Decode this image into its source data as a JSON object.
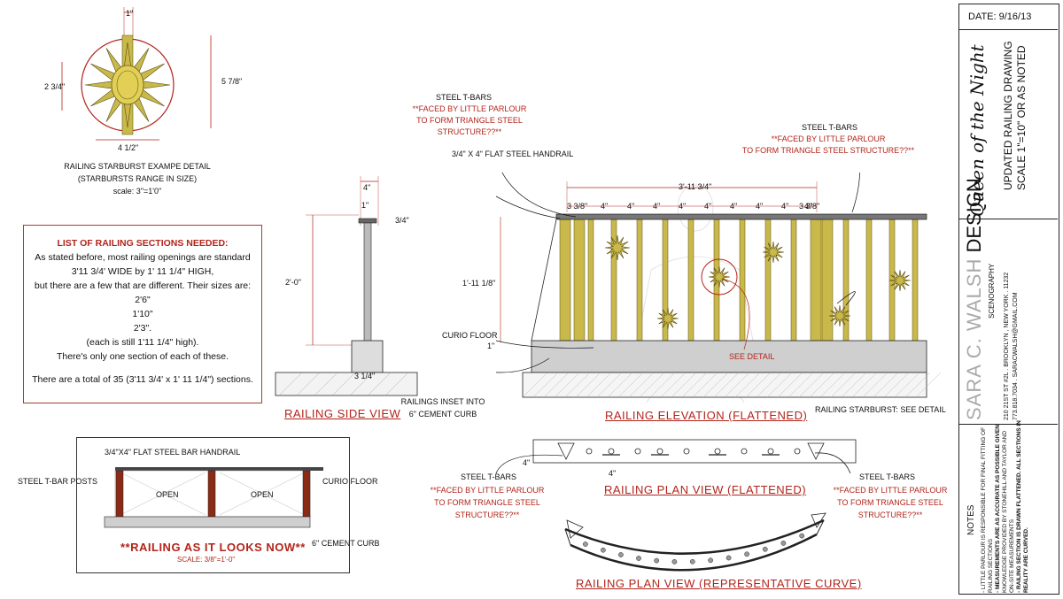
{
  "starburst": {
    "dim_top": "1\"",
    "dim_left": "2 3/4\"",
    "dim_right": "5 7/8\"",
    "dim_bottom": "4 1/2\"",
    "caption1": "RAILING STARBURST EXAMPE DETAIL",
    "caption2": "(STARBURSTS RANGE IN SIZE)",
    "scale": "scale: 3\"=1'0\""
  },
  "sections": {
    "heading": "LIST OF RAILING SECTIONS NEEDED:",
    "line1": "As stated before, most railing openings  are standard",
    "line2": "3'11 3/4' WIDE by  1' 11 1/4\" HIGH,",
    "line3": "but there are a few that are different.  Their sizes are:",
    "size1": "2'6\"",
    "size2": "1'10\"",
    "size3": "2'3\".",
    "line4": "(each is still 1'11 1/4\" high).",
    "line5": "There's only one section of each of these.",
    "line6": "There are a total of 35 (3'11 3/4' x 1' 11 1/4\") sections."
  },
  "side_view": {
    "dim_4": "4\"",
    "dim_1": "1\"",
    "dim_34": "3/4\"",
    "dim_height": "2'-0\"",
    "dim_bottom": "3 1/4\"",
    "title": "RAILING SIDE VIEW"
  },
  "elevation": {
    "label_tbars": "STEEL T-BARS",
    "note_tbars_l1": "**FACED BY LITTLE PARLOUR",
    "note_tbars_l2": "TO FORM TRIANGLE STEEL",
    "note_tbars_l3": "STRUCTURE??**",
    "label_handrail": "3/4\" X 4\" FLAT STEEL HANDRAIL",
    "label_tbars_right": "STEEL T-BARS",
    "note_right_l1": "**FACED BY LITTLE PARLOUR",
    "note_right_l2": "TO FORM TRIANGLE STEEL STRUCTURE??**",
    "dim_width": "3'-11 3/4\"",
    "spacing": [
      "3 3/8\"",
      "4\"",
      "4\"",
      "4\"",
      "4\"",
      "4\"",
      "4\"",
      "4\"",
      "4\"",
      "4\"",
      "3 3/8\""
    ],
    "dim_height": "1'-11 1/8\"",
    "dim_1": "1\"",
    "label_curio": "CURIO FLOOR",
    "see_detail": "SEE DETAIL",
    "label_inset1": "RAILINGS INSET INTO",
    "label_inset2": "6\" CEMENT CURB",
    "label_starburst": "RAILING STARBURST:  SEE DETAIL",
    "title": "RAILING  ELEVATION (FLATTENED)"
  },
  "now": {
    "label_handrail": "3/4\"X4\" FLAT STEEL BAR HANDRAIL",
    "label_posts": "STEEL T-BAR POSTS",
    "label_curio": "CURIO FLOOR",
    "open1": "OPEN",
    "open2": "OPEN",
    "label_curb": "6\" CEMENT CURB",
    "title": "**RAILING AS IT LOOKS NOW**",
    "scale": "SCALE: 3/8\"=1'-0\""
  },
  "plan": {
    "dim_4a": "4\"",
    "dim_4b": "4\"",
    "title_flat": "RAILING PLAN VIEW (FLATTENED)",
    "left_label": "STEEL T-BARS",
    "left_note1": "**FACED BY LITTLE PARLOUR",
    "left_note2": "TO FORM TRIANGLE STEEL",
    "left_note3": "STRUCTURE??**",
    "right_label": "STEEL T-BARS",
    "right_note1": "**FACED BY LITTLE PARLOUR",
    "right_note2": "TO FORM TRIANGLE STEEL",
    "right_note3": "STRUCTURE??**",
    "title_curve": "RAILING PLAN VIEW (REPRESENTATIVE CURVE)"
  },
  "title_block": {
    "date": "DATE: 9/16/13",
    "project": "Queen of the Night",
    "drawing": "UPDATED RAILING DRAWING",
    "scale": "SCALE 1\"=10\" OR AS NOTED",
    "firm_name": "SARA C. WALSH",
    "firm_design": "DESIGN",
    "firm_sub": "SCENOGRAPHY",
    "address": "210 21ST ST #2L  .  BROOKLYN , NEW YORK . 11232",
    "contact": "773.818.7034  .  SARACWALSH@GMAIL.COM",
    "notes_title": "NOTES",
    "note1": "- LITTLE PARLOUR IS RESPONSIBLE FOR FINAL FITTING OF",
    "note1b": "RAILING SECTIONS",
    "note2": "- MEASUREMENTS ARE AS ACCURATE AS POSSIBLE GIVEN",
    "note2b": "KNOWLEDGE PROVIDED BY STONEHILL AND TAYLOR AND",
    "note2c": "ON-SITE MEASUREMENTS",
    "note3": "- RAILING SECTION IS DRAWN FLATTENED.  ALL SECTIONS IN",
    "note3b": "REALITY ARE CURVED."
  },
  "colors": {
    "accent_red": "#b2241a",
    "brass": "#c9b84a",
    "steel": "#555555",
    "curb": "#cfcfcf"
  }
}
